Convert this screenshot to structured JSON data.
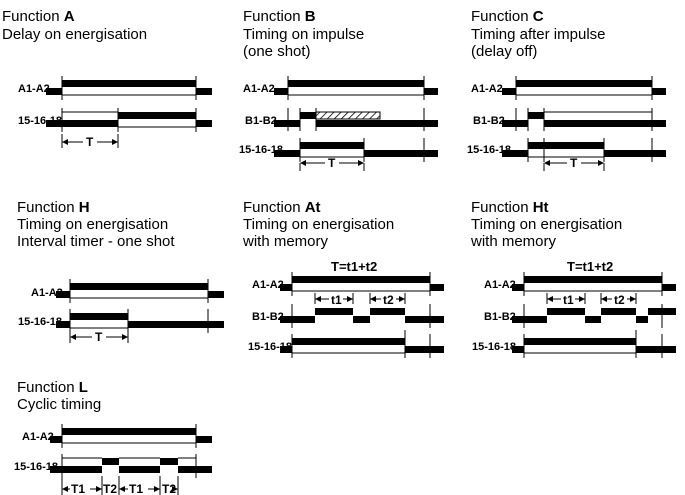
{
  "panels": [
    {
      "id": "A",
      "prefix": "Function",
      "letter": "A",
      "lines": [
        "Delay on energisation"
      ]
    },
    {
      "id": "B",
      "prefix": "Function",
      "letter": "B",
      "lines": [
        "Timing on impulse",
        "(one shot)"
      ]
    },
    {
      "id": "C",
      "prefix": "Function",
      "letter": "C",
      "lines": [
        "Timing after impulse",
        "(delay off)"
      ]
    },
    {
      "id": "H",
      "prefix": "Function",
      "letter": "H",
      "lines": [
        "Timing on energisation",
        "Interval timer - one shot"
      ]
    },
    {
      "id": "At",
      "prefix": "Function",
      "letter": "At",
      "lines": [
        "Timing on energisation",
        "with memory"
      ],
      "formula": "T=t1+t2"
    },
    {
      "id": "Ht",
      "prefix": "Function",
      "letter": "Ht",
      "lines": [
        "Timing on energisation",
        "with memory"
      ],
      "formula": "T=t1+t2"
    },
    {
      "id": "L",
      "prefix": "Function",
      "letter": "L",
      "lines": [
        "Cyclic timing"
      ]
    }
  ],
  "signals": {
    "a1a2": "A1-A2",
    "b1b2": "B1-B2",
    "out": "15-16-18"
  },
  "timing_labels": {
    "T": "T",
    "t1": "t1",
    "t2": "t2",
    "T1": "T1",
    "T2": "T2"
  }
}
